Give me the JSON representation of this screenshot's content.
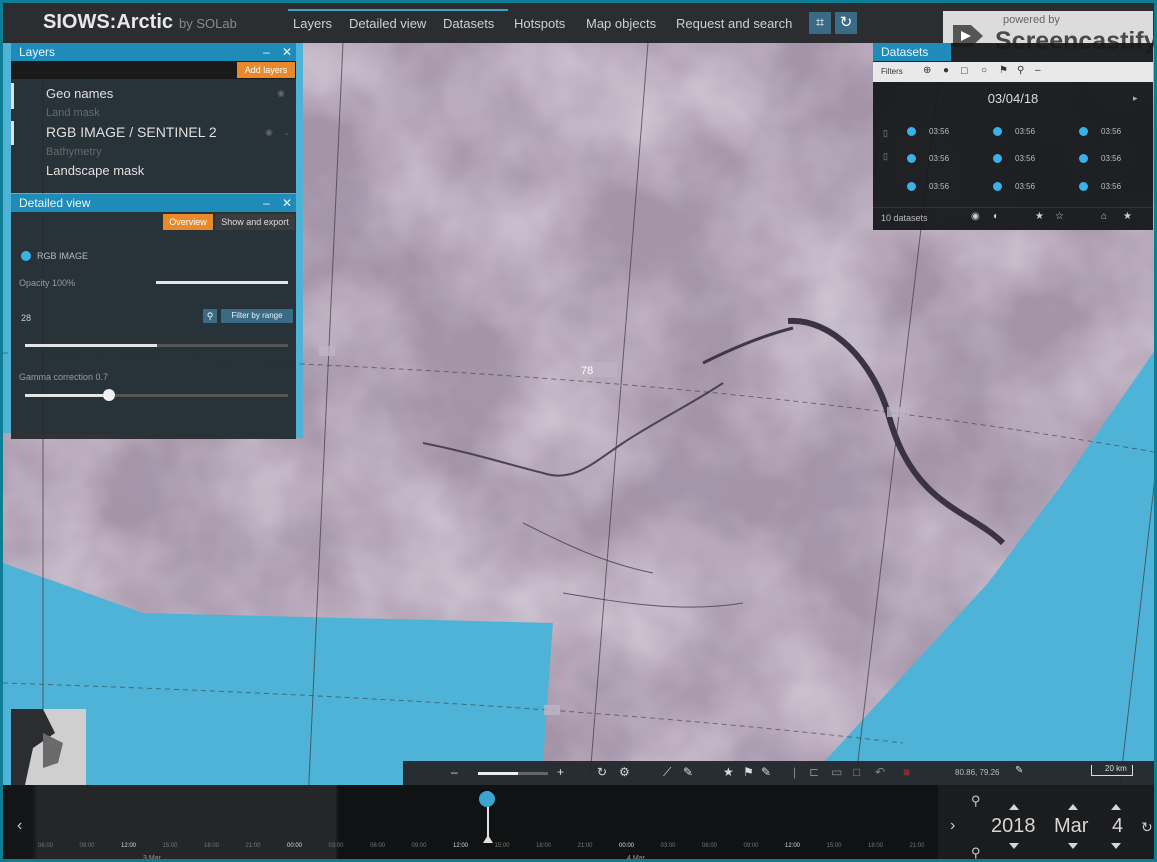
{
  "app": {
    "title": "SIOWS:Arctic",
    "subtitle": "by SOLab"
  },
  "nav": {
    "items": [
      "Layers",
      "Detailed view",
      "Datasets",
      "Hotspots",
      "Map objects",
      "Request and search"
    ]
  },
  "watermark": {
    "top": "powered by",
    "brand": "Screencastify"
  },
  "layers_panel": {
    "title": "Layers",
    "add_button": "Add layers",
    "items": [
      {
        "label": "Geo names",
        "dim": false
      },
      {
        "label": "Land mask",
        "dim": true
      },
      {
        "label": "RGB IMAGE / SENTINEL 2",
        "dim": false
      },
      {
        "label": "Bathymetry",
        "dim": true
      },
      {
        "label": "Landscape mask",
        "dim": false
      }
    ]
  },
  "detailed_panel": {
    "title": "Detailed view",
    "btn_preview": "Overview",
    "btn_export": "Show and export",
    "radio_label": "RGB IMAGE",
    "opacity_label": "Opacity 100%",
    "opacity": 1.0,
    "range_label": "28",
    "range_button": "Filter by range",
    "range_value": 0.5,
    "gamma_label": "Gamma correction 0.7",
    "gamma_value": 0.32
  },
  "datasets_panel": {
    "title": "Datasets",
    "filters_label": "Filters",
    "date": "03/04/18",
    "times": [
      "03:56",
      "03:56",
      "03:56",
      "03:56",
      "03:56",
      "03:56",
      "03:56",
      "03:56",
      "03:56"
    ],
    "count": "10 datasets"
  },
  "map_labels": {
    "center": "78"
  },
  "map_toolbar": {
    "coords": "80.86, 79.26",
    "scale": "20 km"
  },
  "timeline": {
    "ticks": [
      "06:00",
      "09:00",
      "12:00",
      "15:00",
      "18:00",
      "21:00",
      "00:00",
      "03:00",
      "06:00",
      "09:00",
      "12:00",
      "15:00",
      "18:00",
      "21:00",
      "00:00",
      "03:00",
      "06:00",
      "09:00",
      "12:00",
      "15:00",
      "18:00",
      "21:00"
    ],
    "day_labels": [
      "3 Mar",
      "4 Mar"
    ],
    "year": "2018",
    "month": "Mar",
    "day": "4"
  },
  "colors": {
    "accent": "#1f8bb8",
    "orange": "#e8892b",
    "ocean": "#4fb3d8",
    "ice": "#a999ab"
  }
}
